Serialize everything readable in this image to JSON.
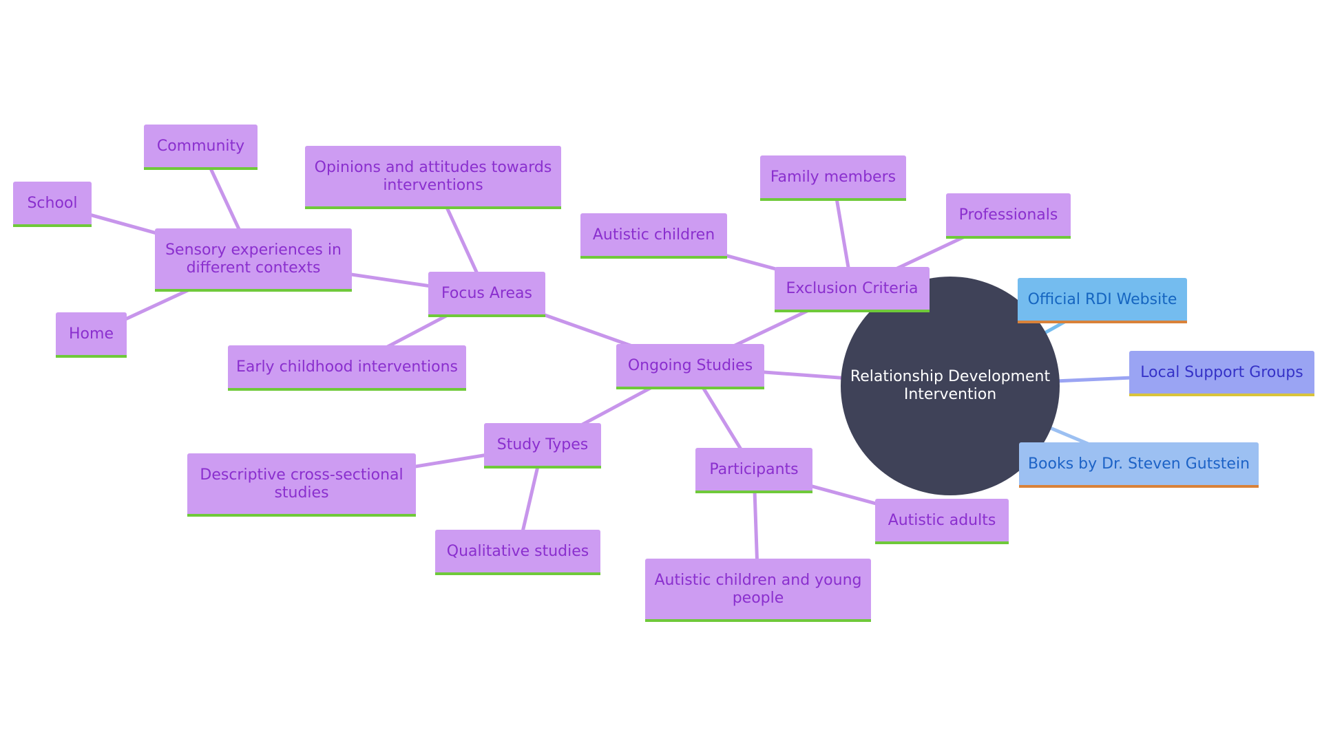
{
  "colors": {
    "edge_default": "#c795eb",
    "node_fill": "#cd9cf2",
    "node_text": "#8a2fce",
    "node_underline": "#6fc93a",
    "root_fill": "#3f4258",
    "root_text": "#ffffff",
    "website_fill": "#74bcef",
    "website_text": "#1565c0",
    "website_underline": "#d9823a",
    "website_edge": "#74bcef",
    "support_fill": "#9aa4f3",
    "support_text": "#3532c7",
    "support_underline": "#d9c33a",
    "support_edge": "#9aa4f3",
    "books_fill": "#9cc0f2",
    "books_text": "#1c62c6",
    "books_underline": "#d9823a",
    "books_edge": "#9cc0f2"
  },
  "root": {
    "id": "root",
    "label": [
      "Relationship Development",
      "Intervention"
    ]
  },
  "nodes": [
    {
      "id": "ongoing-studies",
      "label": [
        "Ongoing Studies"
      ],
      "style": "default"
    },
    {
      "id": "focus-areas",
      "label": [
        "Focus Areas"
      ],
      "style": "default"
    },
    {
      "id": "exclusion-criteria",
      "label": [
        "Exclusion Criteria"
      ],
      "style": "default"
    },
    {
      "id": "study-types",
      "label": [
        "Study Types"
      ],
      "style": "default"
    },
    {
      "id": "participants",
      "label": [
        "Participants"
      ],
      "style": "default"
    },
    {
      "id": "sensory-experiences",
      "label": [
        "Sensory experiences in",
        "different contexts"
      ],
      "style": "default"
    },
    {
      "id": "opinions-attitudes",
      "label": [
        "Opinions and attitudes towards",
        "interventions"
      ],
      "style": "default"
    },
    {
      "id": "early-childhood",
      "label": [
        "Early childhood interventions"
      ],
      "style": "default"
    },
    {
      "id": "community",
      "label": [
        "Community"
      ],
      "style": "default"
    },
    {
      "id": "school",
      "label": [
        "School"
      ],
      "style": "default"
    },
    {
      "id": "home",
      "label": [
        "Home"
      ],
      "style": "default"
    },
    {
      "id": "family-members",
      "label": [
        "Family members"
      ],
      "style": "default"
    },
    {
      "id": "professionals",
      "label": [
        "Professionals"
      ],
      "style": "default"
    },
    {
      "id": "autistic-children",
      "label": [
        "Autistic children"
      ],
      "style": "default"
    },
    {
      "id": "descriptive-studies",
      "label": [
        "Descriptive cross-sectional",
        "studies"
      ],
      "style": "default"
    },
    {
      "id": "qualitative-studies",
      "label": [
        "Qualitative studies"
      ],
      "style": "default"
    },
    {
      "id": "autistic-adults",
      "label": [
        "Autistic adults"
      ],
      "style": "default"
    },
    {
      "id": "autistic-children-young",
      "label": [
        "Autistic children and young",
        "people"
      ],
      "style": "default"
    },
    {
      "id": "official-rdi-website",
      "label": [
        "Official RDI Website"
      ],
      "style": "website"
    },
    {
      "id": "local-support-groups",
      "label": [
        "Local Support Groups"
      ],
      "style": "support"
    },
    {
      "id": "books-gutstein",
      "label": [
        "Books by Dr. Steven Gutstein"
      ],
      "style": "books"
    }
  ],
  "edges": [
    {
      "from": "root",
      "to": "ongoing-studies",
      "style": "default"
    },
    {
      "from": "root",
      "to": "official-rdi-website",
      "style": "website"
    },
    {
      "from": "root",
      "to": "local-support-groups",
      "style": "support"
    },
    {
      "from": "root",
      "to": "books-gutstein",
      "style": "books"
    },
    {
      "from": "ongoing-studies",
      "to": "focus-areas",
      "style": "default"
    },
    {
      "from": "ongoing-studies",
      "to": "exclusion-criteria",
      "style": "default"
    },
    {
      "from": "ongoing-studies",
      "to": "study-types",
      "style": "default"
    },
    {
      "from": "ongoing-studies",
      "to": "participants",
      "style": "default"
    },
    {
      "from": "focus-areas",
      "to": "sensory-experiences",
      "style": "default"
    },
    {
      "from": "focus-areas",
      "to": "opinions-attitudes",
      "style": "default"
    },
    {
      "from": "focus-areas",
      "to": "early-childhood",
      "style": "default"
    },
    {
      "from": "sensory-experiences",
      "to": "community",
      "style": "default"
    },
    {
      "from": "sensory-experiences",
      "to": "school",
      "style": "default"
    },
    {
      "from": "sensory-experiences",
      "to": "home",
      "style": "default"
    },
    {
      "from": "exclusion-criteria",
      "to": "family-members",
      "style": "default"
    },
    {
      "from": "exclusion-criteria",
      "to": "professionals",
      "style": "default"
    },
    {
      "from": "exclusion-criteria",
      "to": "autistic-children",
      "style": "default"
    },
    {
      "from": "study-types",
      "to": "descriptive-studies",
      "style": "default"
    },
    {
      "from": "study-types",
      "to": "qualitative-studies",
      "style": "default"
    },
    {
      "from": "participants",
      "to": "autistic-adults",
      "style": "default"
    },
    {
      "from": "participants",
      "to": "autistic-children-young",
      "style": "default"
    }
  ]
}
